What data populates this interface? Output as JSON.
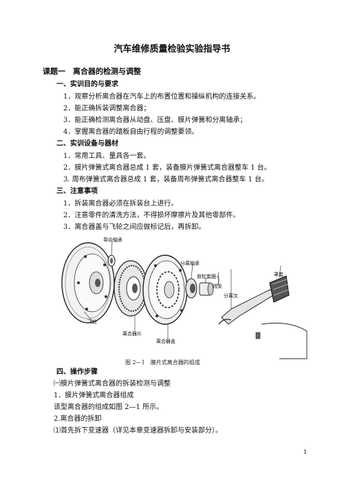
{
  "doc_title": "汽车维修质量检验实验指导书",
  "topic_heading": "课题一　离合器的检测与调整",
  "sections": [
    {
      "heading": "一、实训目的与要求",
      "items": [
        "1．观察分析离合器在汽车上的布置位置和操纵机构的连接关系。",
        "2．能正确拆装调整离合器；",
        "3．能正确检测离合器从动盘、压盘、膜片弹簧和分离轴承；",
        "4．掌握离合器的踏板自由行程的调整要领。"
      ]
    },
    {
      "heading": "二、实训设备与器材",
      "items": [
        "1．常用工具、量具各一套。",
        "2．膜片弹簧式离合器总成 1 套，装备膜片弹簧式离合器整车 1 台。",
        "3. 周布弹簧式离合器总成 1 套，装备周布弹簧式离合器整车 1 台。"
      ]
    },
    {
      "heading": "三、注意事项",
      "items": [
        "1．拆装离合器必须在拆装台上进行。",
        "2．注意零件的清洗方法，不得损坏摩擦片及其他零部件。",
        "3．离合器盖与飞轮之间应做标记后，再拆卸。"
      ]
    }
  ],
  "figure": {
    "labels": {
      "pilot_bearing": "导向轴承",
      "release_bearing": "分离轴承",
      "release_sleeve": "放松套圈",
      "wire_clip": "钱支",
      "release_fork": "分离叉",
      "boot": "罩套",
      "flywheel": "飞轮",
      "clutch_disc": "离合器片",
      "clutch_cover": "离合器盖"
    },
    "caption": "图 2—1　膜片式离合器的组成"
  },
  "section4": {
    "heading": "四、操作步骤",
    "lines": [
      "㈠膜片弹簧式离合器的拆装检测与调整",
      "1．膜片弹簧式离合器组成",
      "该型离合器的组成如图 2—1 所示。",
      "2.离合器的拆卸",
      "⑴首先拆下变速器（详见本章变速器拆卸与安装部分）。"
    ]
  },
  "page_number": "1"
}
